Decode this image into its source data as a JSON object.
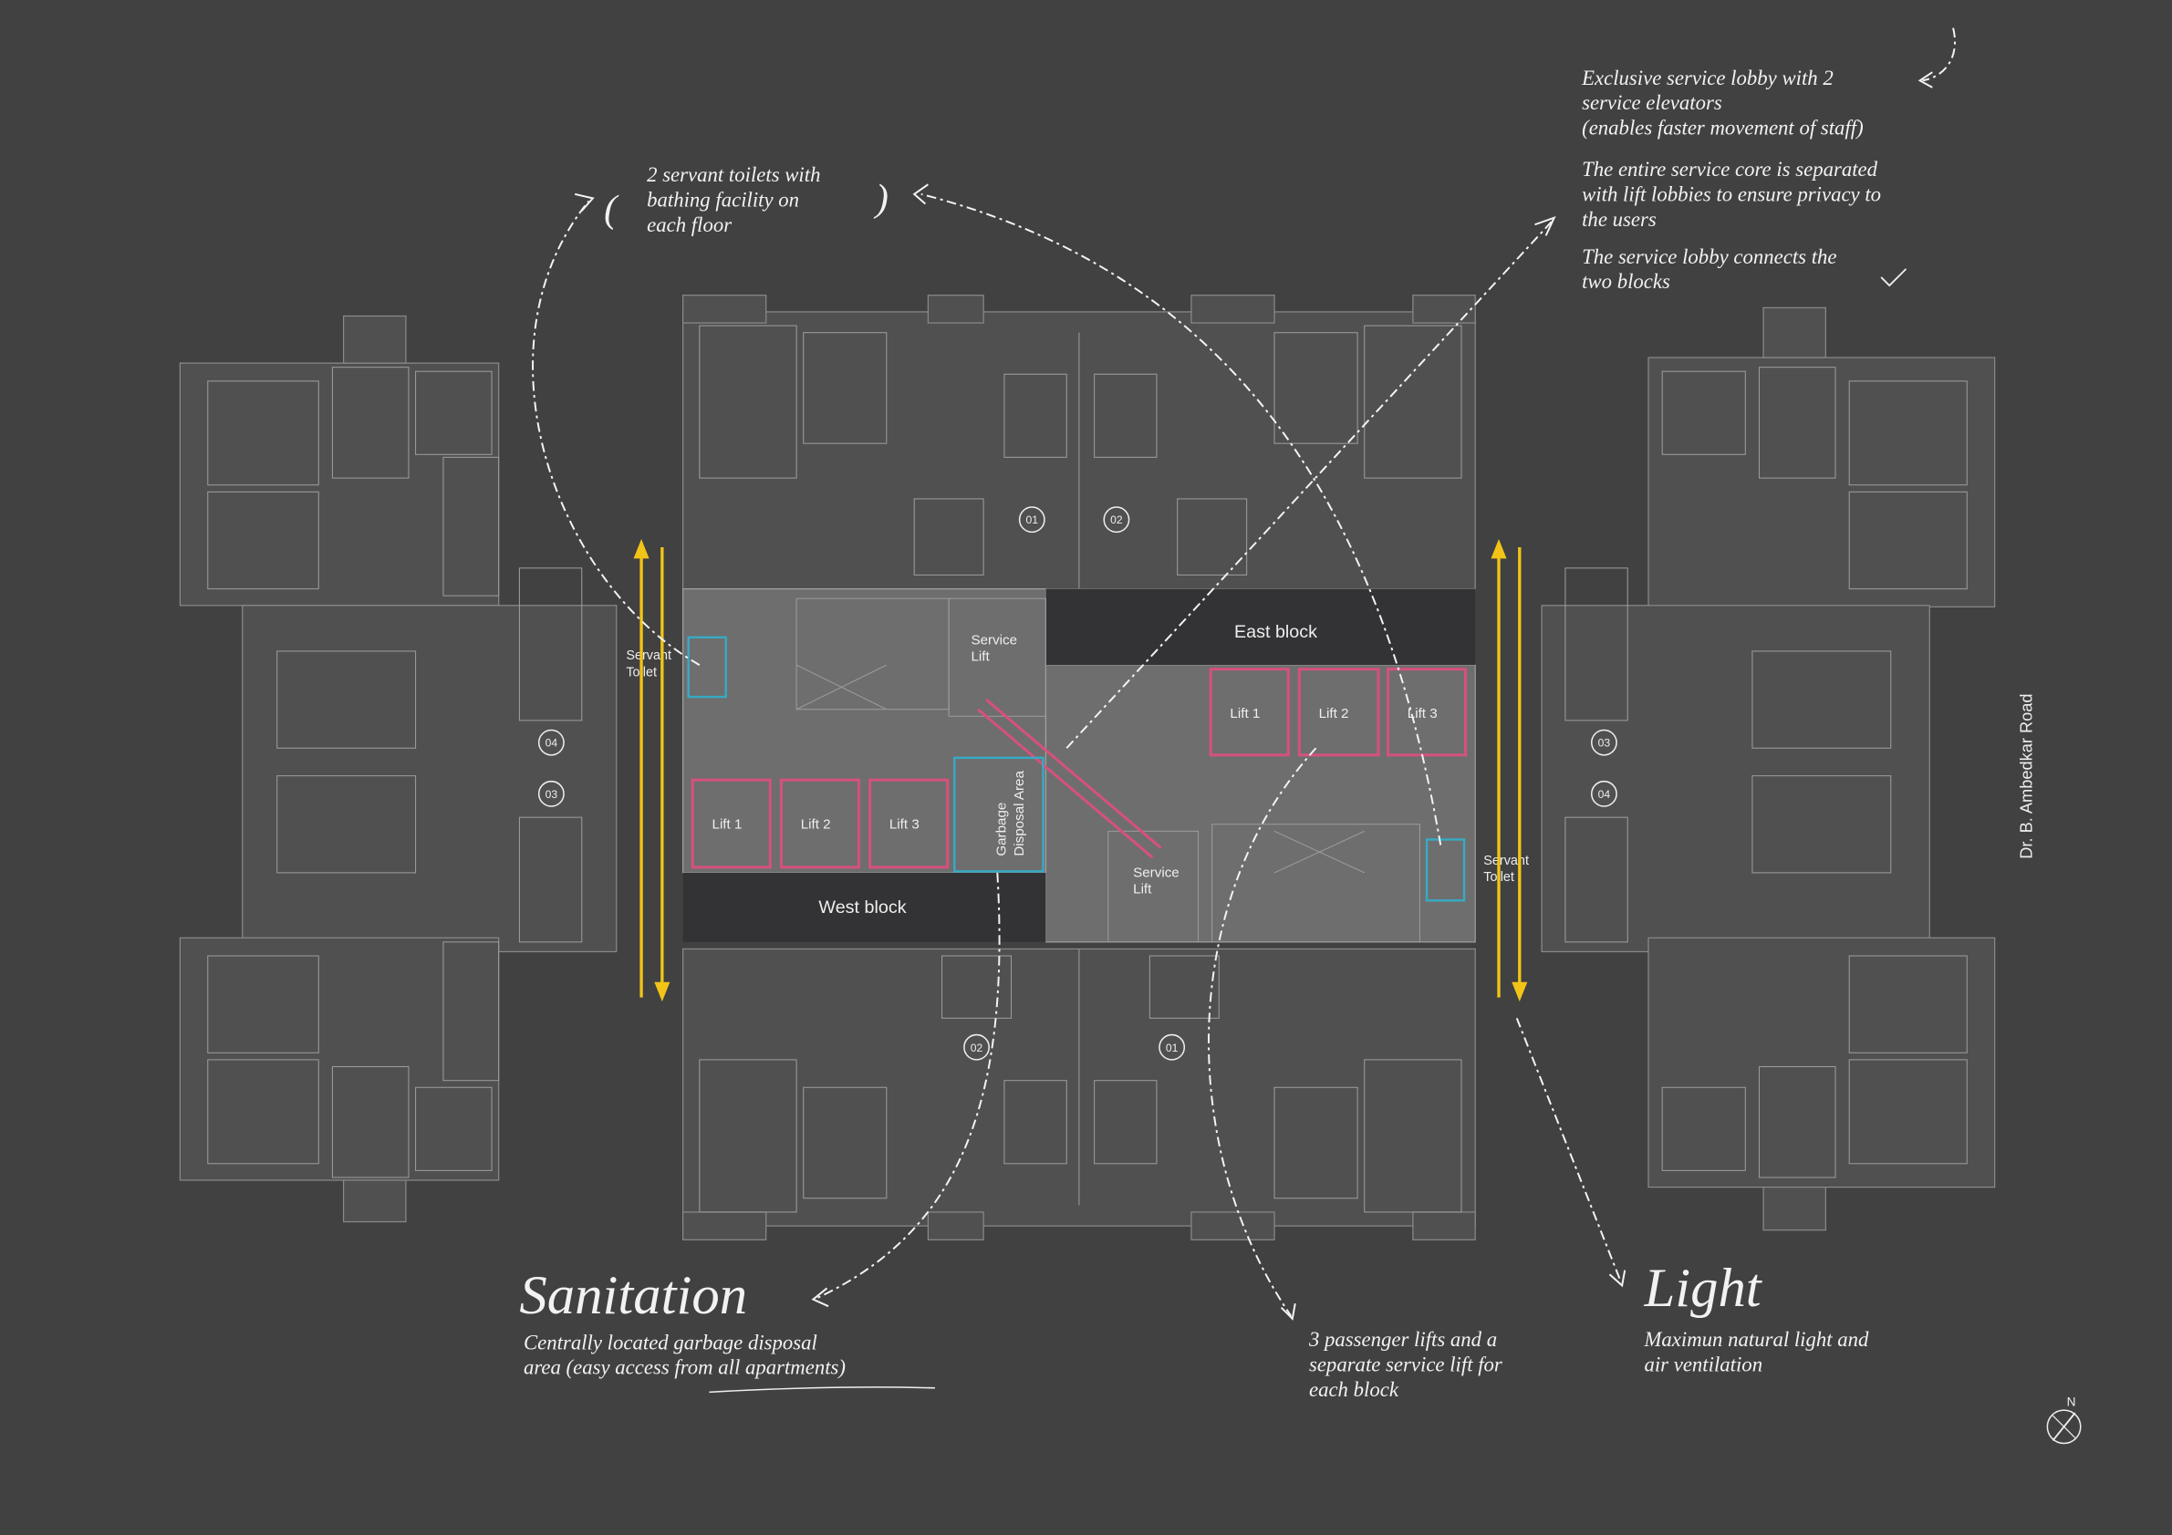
{
  "core": {
    "east_block": "East block",
    "west_block": "West block",
    "service_lift_line1": "Service",
    "service_lift_line2": "Lift",
    "servant_toilet_line1": "Servant",
    "servant_toilet_line2": "Toilet",
    "garbage_line1": "Garbage",
    "garbage_line2": "Disposal Area",
    "west_lifts": [
      "Lift 1",
      "Lift 2",
      "Lift 3"
    ],
    "east_lifts": [
      "Lift 1",
      "Lift 2",
      "Lift 3"
    ]
  },
  "units": {
    "top": [
      "01",
      "02"
    ],
    "bottom": [
      "02",
      "01"
    ],
    "left": [
      "04",
      "03"
    ],
    "right": [
      "03",
      "04"
    ]
  },
  "road_label": "Dr. B. Ambedkar Road",
  "compass_label": "N",
  "annotations": {
    "servant_toilets": [
      "2 servant toilets with",
      "bathing facility on",
      "each floor"
    ],
    "service_lobby": [
      "Exclusive service lobby with 2",
      "service elevators",
      "(enables faster movement of staff)"
    ],
    "service_core": [
      "The entire service core is separated",
      "with lift lobbies to ensure privacy to",
      "the users"
    ],
    "connects": [
      "The service lobby connects the",
      "two blocks"
    ],
    "lifts": [
      "3 passenger lifts and a",
      "separate service lift for",
      "each block"
    ],
    "sanitation_title": "Sanitation",
    "sanitation": [
      "Centrally located garbage disposal",
      "area (easy access from all apartments)"
    ],
    "light_title": "Light",
    "light": [
      "Maximun natural light and",
      "air ventilation"
    ]
  },
  "colors": {
    "background": "#414141",
    "lift": "#d6517c",
    "highlight": "#37aac4",
    "arrow": "#f2c418"
  }
}
